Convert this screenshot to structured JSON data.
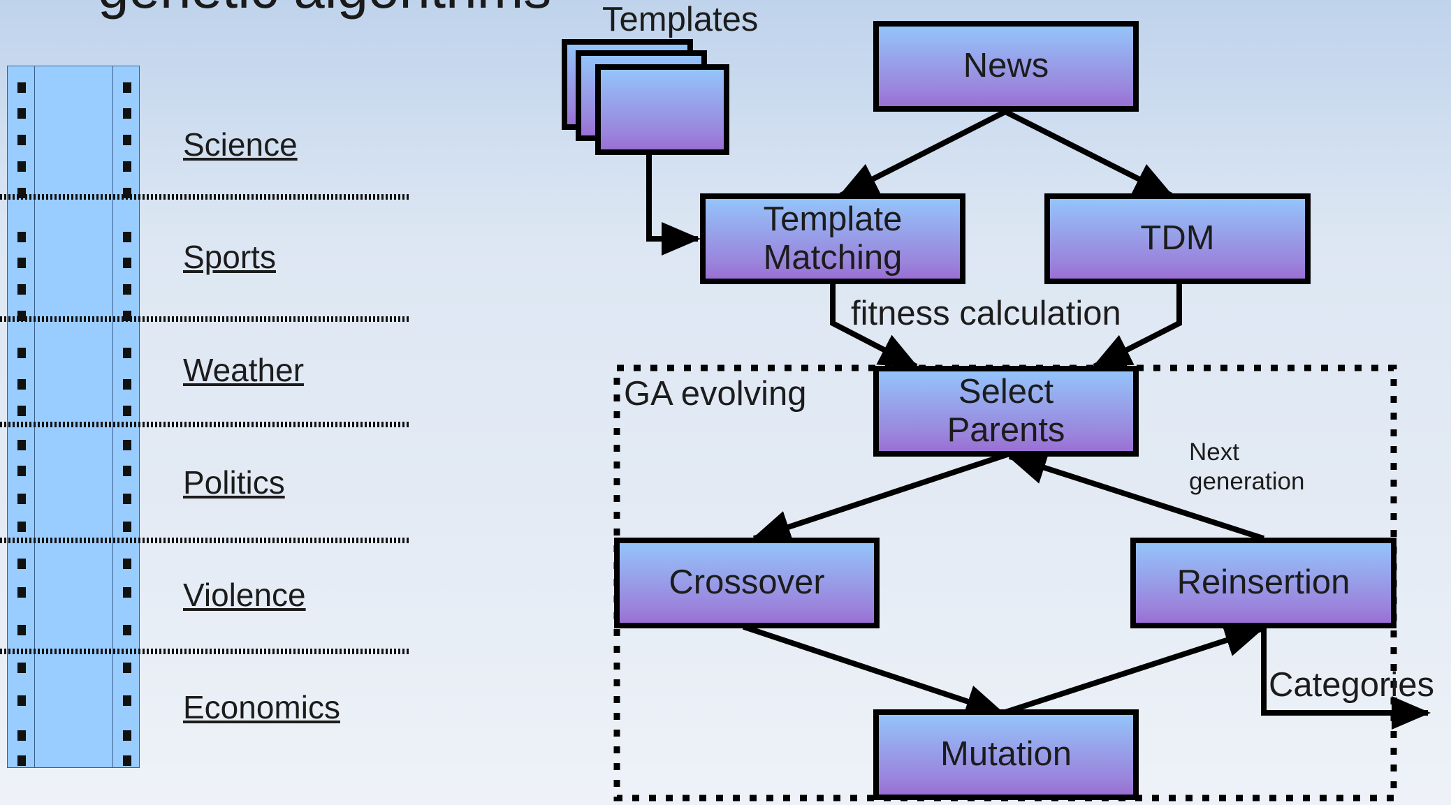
{
  "title": "genetic algorithms",
  "categories": [
    "Science",
    "Sports",
    "Weather",
    "Politics",
    "Violence",
    "Economics"
  ],
  "nodes": {
    "templates_label": "Templates",
    "news": "News",
    "template_matching_line1": "Template",
    "template_matching_line2": "Matching",
    "tdm": "TDM",
    "select_parents_line1": "Select",
    "select_parents_line2": "Parents",
    "crossover": "Crossover",
    "reinsertion": "Reinsertion",
    "mutation": "Mutation"
  },
  "annotations": {
    "fitness_calculation": "fitness calculation",
    "ga_evolving": "GA evolving",
    "next_generation_line1": "Next",
    "next_generation_line2": "generation",
    "categories_output": "Categories"
  },
  "colors": {
    "box_gradient_top": "#94c4fa",
    "box_gradient_bottom": "#9a6fd4",
    "filmstrip_fill": "#99ccff",
    "line": "#000000"
  }
}
